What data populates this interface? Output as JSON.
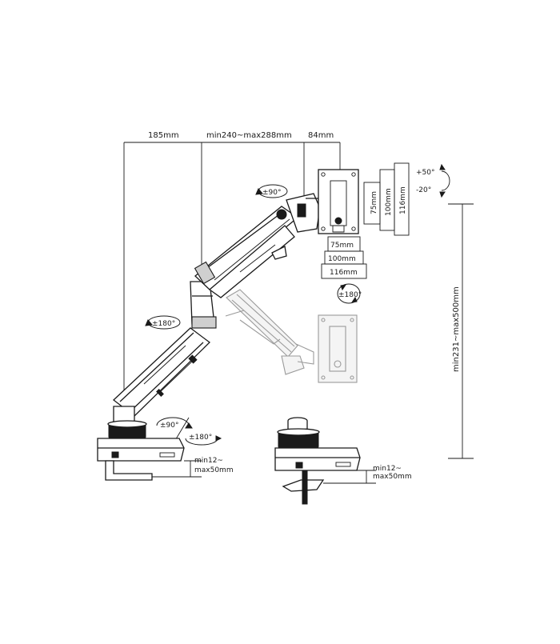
{
  "dimensions": {
    "span_left": "185mm",
    "span_middle": "min240~max288mm",
    "span_right": "84mm",
    "height_range": "min231~max500mm",
    "clamp_left": [
      "min12~",
      "max50mm"
    ],
    "clamp_right": [
      "min12~",
      "max50mm"
    ]
  },
  "vesa": {
    "v75": "75mm",
    "v100": "100mm",
    "v116": "116mm",
    "h75": "75mm",
    "h100": "100mm",
    "h116": "116mm"
  },
  "rotations": {
    "arm_joint_upper": "±90°",
    "arm_joint_lower": "±180°",
    "base_swivel": "±90°",
    "base_rotate": "±180°",
    "screen_rotate": "±180°",
    "tilt_up": "+50°",
    "tilt_down": "-20°"
  }
}
